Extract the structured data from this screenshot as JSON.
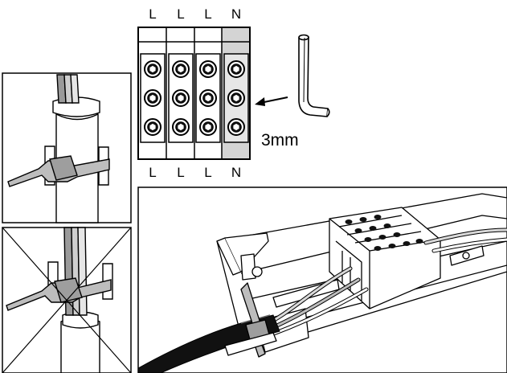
{
  "terminal_block": {
    "top_labels": [
      "L",
      "L",
      "L",
      "N"
    ],
    "bottom_labels": [
      "L",
      "L",
      "L",
      "N"
    ],
    "screws_per_pole": 3,
    "neutral_fill": "#d4d4d4"
  },
  "tool": {
    "size_label": "3mm",
    "icon": "hex-key-icon"
  },
  "panels": {
    "correct": {
      "icon": "cable-tie-correct-icon"
    },
    "incorrect": {
      "icon": "cable-tie-incorrect-icon",
      "marker": "cross-out"
    },
    "installation": {
      "icon": "luminaire-wiring-icon"
    }
  },
  "colors": {
    "line": "#000000",
    "tie": "#bdbdbd",
    "cable_black": "#111111"
  }
}
